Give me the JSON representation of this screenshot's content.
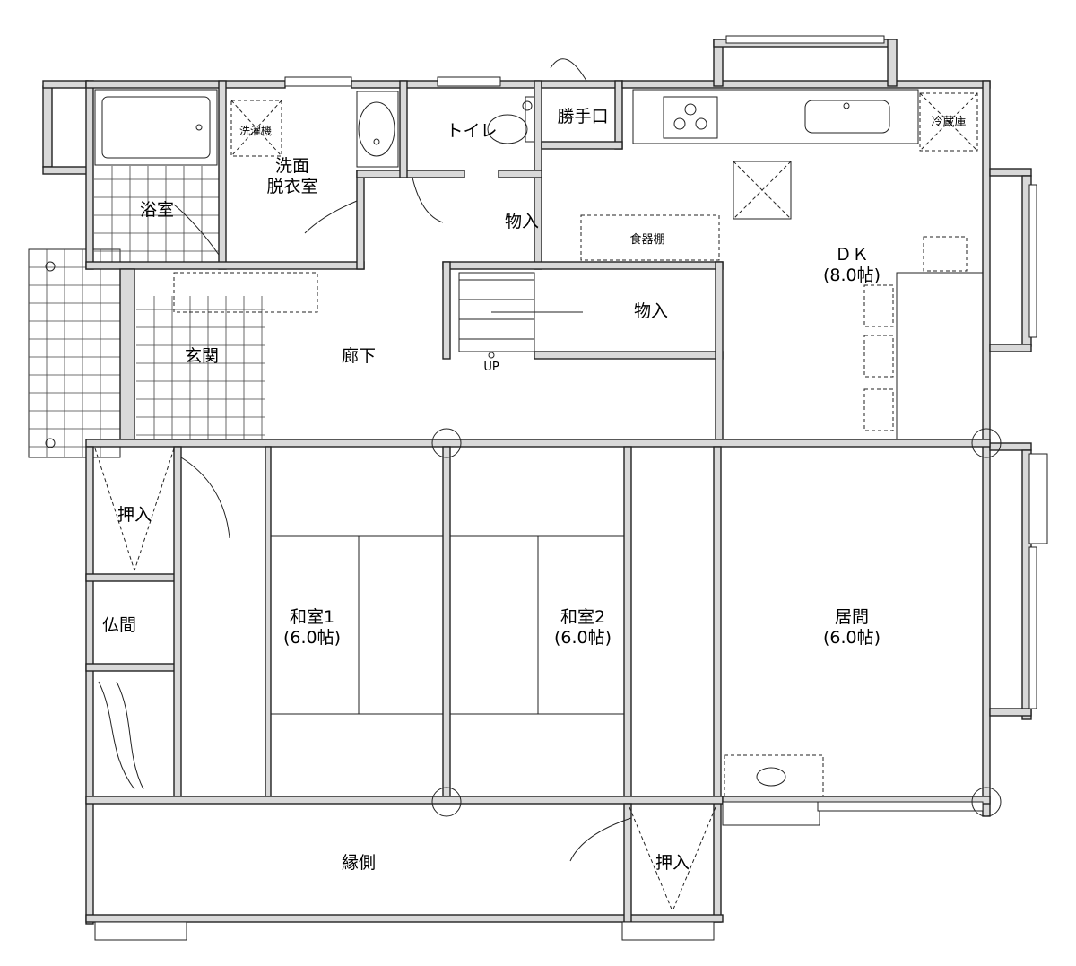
{
  "rooms": {
    "laundry": "洗濯機",
    "washroom_1": "洗面",
    "washroom_2": "脱衣室",
    "bath": "浴室",
    "toilet": "トイレ",
    "back_door": "勝手口",
    "refrigerator": "冷蔵庫",
    "storage_small": "物入",
    "dish_shelf": "食器棚",
    "dk_1": "ＤＫ",
    "dk_2": "(8.0帖)",
    "storage_stair": "物入",
    "stairs_up": "UP",
    "entrance": "玄関",
    "hallway": "廊下",
    "closet_left": "押入",
    "butsuma": "仏間",
    "washitsu1_1": "和室1",
    "washitsu1_2": "(6.0帖)",
    "washitsu2_1": "和室2",
    "washitsu2_2": "(6.0帖)",
    "living_1": "居間",
    "living_2": "(6.0帖)",
    "engawa": "縁側",
    "closet_bottom": "押入"
  }
}
